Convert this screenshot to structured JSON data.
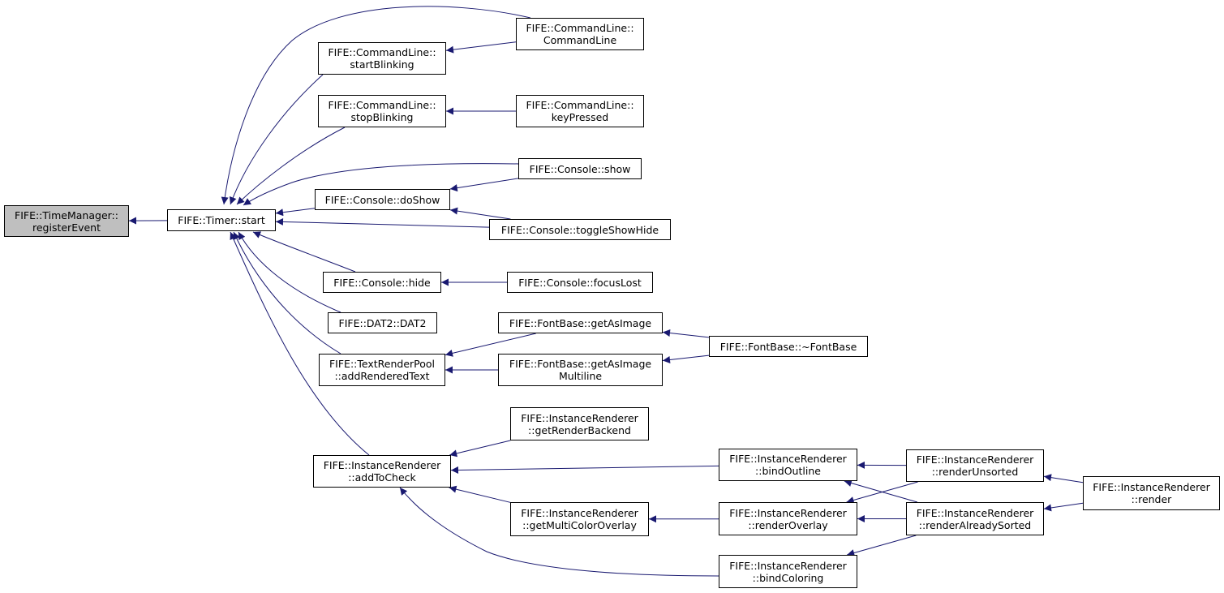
{
  "colors": {
    "edge": "#191970",
    "node_border": "#000000",
    "node_fill": "#ffffff",
    "root_fill": "#bfbfbf"
  },
  "nodes": {
    "time_manager_register_event": {
      "lines": [
        "FIFE::TimeManager::",
        "registerEvent"
      ]
    },
    "timer_start": {
      "lines": [
        "FIFE::Timer::start"
      ]
    },
    "commandline_start_blinking": {
      "lines": [
        "FIFE::CommandLine::",
        "startBlinking"
      ]
    },
    "commandline_stop_blinking": {
      "lines": [
        "FIFE::CommandLine::",
        "stopBlinking"
      ]
    },
    "commandline_ctor": {
      "lines": [
        "FIFE::CommandLine::",
        "CommandLine"
      ]
    },
    "commandline_key_pressed": {
      "lines": [
        "FIFE::CommandLine::",
        "keyPressed"
      ]
    },
    "console_show": {
      "lines": [
        "FIFE::Console::show"
      ]
    },
    "console_do_show": {
      "lines": [
        "FIFE::Console::doShow"
      ]
    },
    "console_toggle_show_hide": {
      "lines": [
        "FIFE::Console::toggleShowHide"
      ]
    },
    "console_hide": {
      "lines": [
        "FIFE::Console::hide"
      ]
    },
    "console_focus_lost": {
      "lines": [
        "FIFE::Console::focusLost"
      ]
    },
    "dat2_ctor": {
      "lines": [
        "FIFE::DAT2::DAT2"
      ]
    },
    "fontbase_get_as_image": {
      "lines": [
        "FIFE::FontBase::getAsImage"
      ]
    },
    "fontbase_dtor": {
      "lines": [
        "FIFE::FontBase::~FontBase"
      ]
    },
    "fontbase_get_as_image_multiline": {
      "lines": [
        "FIFE::FontBase::getAsImage",
        "Multiline"
      ]
    },
    "textrenderpool_add_rendered_text": {
      "lines": [
        "FIFE::TextRenderPool",
        "::addRenderedText"
      ]
    },
    "instancerenderer_get_render_backend": {
      "lines": [
        "FIFE::InstanceRenderer",
        "::getRenderBackend"
      ]
    },
    "instancerenderer_add_to_check": {
      "lines": [
        "FIFE::InstanceRenderer",
        "::addToCheck"
      ]
    },
    "instancerenderer_bind_outline": {
      "lines": [
        "FIFE::InstanceRenderer",
        "::bindOutline"
      ]
    },
    "instancerenderer_render_unsorted": {
      "lines": [
        "FIFE::InstanceRenderer",
        "::renderUnsorted"
      ]
    },
    "instancerenderer_render": {
      "lines": [
        "FIFE::InstanceRenderer",
        "::render"
      ]
    },
    "instancerenderer_get_multi_color_overlay": {
      "lines": [
        "FIFE::InstanceRenderer",
        "::getMultiColorOverlay"
      ]
    },
    "instancerenderer_render_overlay": {
      "lines": [
        "FIFE::InstanceRenderer",
        "::renderOverlay"
      ]
    },
    "instancerenderer_render_already_sorted": {
      "lines": [
        "FIFE::InstanceRenderer",
        "::renderAlreadySorted"
      ]
    },
    "instancerenderer_bind_coloring": {
      "lines": [
        "FIFE::InstanceRenderer",
        "::bindColoring"
      ]
    }
  },
  "edges": [
    [
      "timer_start",
      "time_manager_register_event"
    ],
    [
      "commandline_ctor",
      "timer_start"
    ],
    [
      "commandline_start_blinking",
      "timer_start"
    ],
    [
      "commandline_stop_blinking",
      "timer_start"
    ],
    [
      "console_show",
      "timer_start"
    ],
    [
      "console_do_show",
      "timer_start"
    ],
    [
      "console_toggle_show_hide",
      "timer_start"
    ],
    [
      "console_hide",
      "timer_start"
    ],
    [
      "dat2_ctor",
      "timer_start"
    ],
    [
      "textrenderpool_add_rendered_text",
      "timer_start"
    ],
    [
      "instancerenderer_add_to_check",
      "timer_start"
    ],
    [
      "commandline_ctor",
      "commandline_start_blinking"
    ],
    [
      "commandline_key_pressed",
      "commandline_stop_blinking"
    ],
    [
      "console_show",
      "console_do_show"
    ],
    [
      "console_toggle_show_hide",
      "console_do_show"
    ],
    [
      "console_focus_lost",
      "console_hide"
    ],
    [
      "fontbase_get_as_image",
      "textrenderpool_add_rendered_text"
    ],
    [
      "fontbase_get_as_image_multiline",
      "textrenderpool_add_rendered_text"
    ],
    [
      "fontbase_dtor",
      "fontbase_get_as_image"
    ],
    [
      "fontbase_dtor",
      "fontbase_get_as_image_multiline"
    ],
    [
      "instancerenderer_get_render_backend",
      "instancerenderer_add_to_check"
    ],
    [
      "instancerenderer_bind_outline",
      "instancerenderer_add_to_check"
    ],
    [
      "instancerenderer_get_multi_color_overlay",
      "instancerenderer_add_to_check"
    ],
    [
      "instancerenderer_bind_coloring",
      "instancerenderer_add_to_check"
    ],
    [
      "instancerenderer_render_unsorted",
      "instancerenderer_bind_outline"
    ],
    [
      "instancerenderer_render_already_sorted",
      "instancerenderer_bind_outline"
    ],
    [
      "instancerenderer_render_overlay",
      "instancerenderer_get_multi_color_overlay"
    ],
    [
      "instancerenderer_render_already_sorted",
      "instancerenderer_render_overlay"
    ],
    [
      "instancerenderer_render_unsorted",
      "instancerenderer_render_overlay"
    ],
    [
      "instancerenderer_render_already_sorted",
      "instancerenderer_bind_coloring"
    ],
    [
      "instancerenderer_render",
      "instancerenderer_render_unsorted"
    ],
    [
      "instancerenderer_render",
      "instancerenderer_render_already_sorted"
    ]
  ]
}
